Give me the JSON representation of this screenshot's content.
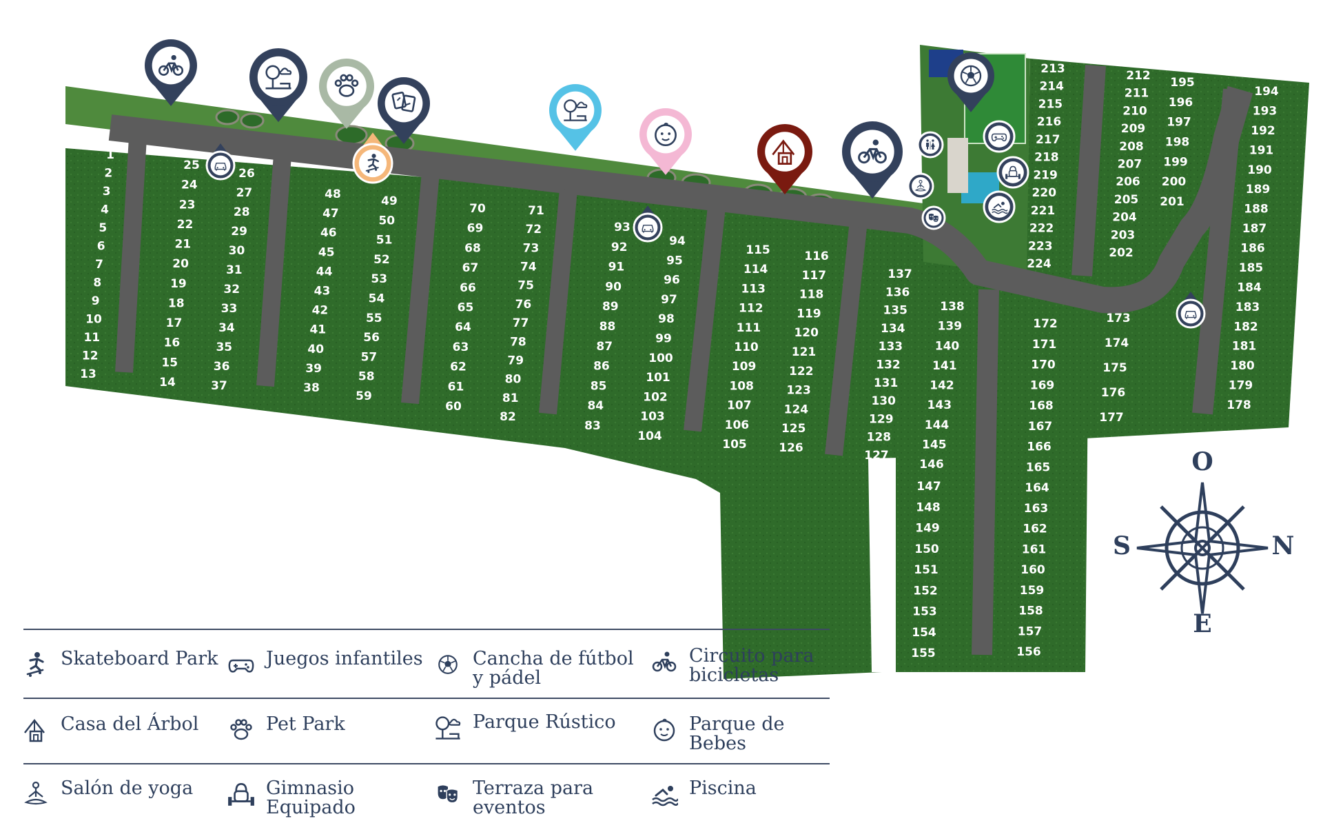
{
  "compass": {
    "top": "O",
    "bottom": "E",
    "left": "S",
    "right": "N"
  },
  "colors": {
    "lot_green": "#2f6b2a",
    "road": "#5a5a5a",
    "navy": "#33415c",
    "skate_orange": "#f5b77a",
    "pet_sage": "#a9b9a5",
    "rustic_blue": "#55c2e6",
    "baby_pink": "#f4b8d4",
    "treehouse_red": "#7a1a10",
    "legend_text": "#2e3f5c"
  },
  "lots": [
    "1",
    "2",
    "3",
    "4",
    "5",
    "6",
    "7",
    "8",
    "9",
    "10",
    "11",
    "12",
    "13",
    "14",
    "15",
    "16",
    "17",
    "18",
    "19",
    "20",
    "21",
    "22",
    "23",
    "24",
    "25",
    "26",
    "27",
    "28",
    "29",
    "30",
    "31",
    "32",
    "33",
    "34",
    "35",
    "36",
    "37",
    "38",
    "39",
    "40",
    "41",
    "42",
    "43",
    "44",
    "45",
    "46",
    "47",
    "48",
    "49",
    "50",
    "51",
    "52",
    "53",
    "54",
    "55",
    "56",
    "57",
    "58",
    "59",
    "60",
    "61",
    "62",
    "63",
    "64",
    "65",
    "66",
    "67",
    "68",
    "69",
    "70",
    "71",
    "72",
    "73",
    "74",
    "75",
    "76",
    "77",
    "78",
    "79",
    "80",
    "81",
    "82",
    "83",
    "84",
    "85",
    "86",
    "87",
    "88",
    "89",
    "90",
    "91",
    "92",
    "93",
    "94",
    "95",
    "96",
    "97",
    "98",
    "99",
    "100",
    "101",
    "102",
    "103",
    "104",
    "105",
    "106",
    "107",
    "108",
    "109",
    "110",
    "111",
    "112",
    "113",
    "114",
    "115",
    "116",
    "117",
    "118",
    "119",
    "120",
    "121",
    "122",
    "123",
    "124",
    "125",
    "126",
    "127",
    "128",
    "129",
    "130",
    "131",
    "132",
    "133",
    "134",
    "135",
    "136",
    "137",
    "138",
    "139",
    "140",
    "141",
    "142",
    "143",
    "144",
    "145",
    "146",
    "147",
    "148",
    "149",
    "150",
    "151",
    "152",
    "153",
    "154",
    "155",
    "156",
    "157",
    "158",
    "159",
    "160",
    "161",
    "162",
    "163",
    "164",
    "165",
    "166",
    "167",
    "168",
    "169",
    "170",
    "171",
    "172",
    "173",
    "174",
    "175",
    "176",
    "177",
    "178",
    "179",
    "180",
    "181",
    "182",
    "183",
    "184",
    "185",
    "186",
    "187",
    "188",
    "189",
    "190",
    "191",
    "192",
    "193",
    "194",
    "195",
    "196",
    "197",
    "198",
    "199",
    "200",
    "201",
    "202",
    "203",
    "204",
    "205",
    "206",
    "207",
    "208",
    "209",
    "210",
    "211",
    "212",
    "213",
    "214",
    "215",
    "216",
    "217",
    "218",
    "219",
    "220",
    "221",
    "222",
    "223",
    "224"
  ],
  "map_pins": [
    {
      "icon": "bicycle-icon",
      "color": "navy"
    },
    {
      "icon": "park-icon",
      "color": "navy"
    },
    {
      "icon": "paw-icon",
      "color": "pet_sage"
    },
    {
      "icon": "toys-icon",
      "color": "navy"
    },
    {
      "icon": "skateboard-icon",
      "color": "skate_orange"
    },
    {
      "icon": "park-icon",
      "color": "rustic_blue"
    },
    {
      "icon": "baby-icon",
      "color": "baby_pink"
    },
    {
      "icon": "treehouse-icon",
      "color": "treehouse_red"
    },
    {
      "icon": "bicycle-icon",
      "color": "navy"
    },
    {
      "icon": "soccer-ball-icon",
      "color": "navy"
    },
    {
      "icon": "gamepad-icon",
      "color": "navy"
    },
    {
      "icon": "restroom-icon",
      "color": "navy"
    },
    {
      "icon": "gym-icon",
      "color": "navy"
    },
    {
      "icon": "yoga-icon",
      "color": "navy"
    },
    {
      "icon": "swimming-icon",
      "color": "navy"
    },
    {
      "icon": "theater-masks-icon",
      "color": "navy"
    },
    {
      "icon": "car-icon",
      "color": "navy"
    },
    {
      "icon": "car-icon",
      "color": "navy"
    },
    {
      "icon": "car-icon",
      "color": "navy"
    }
  ],
  "legend": [
    {
      "icon": "skateboard-icon",
      "label": "Skateboard Park"
    },
    {
      "icon": "gamepad-icon",
      "label": "Juegos infantiles"
    },
    {
      "icon": "soccer-ball-icon",
      "label": "Cancha de fútbol\ny pádel"
    },
    {
      "icon": "bicycle-icon",
      "label": "Circuito para\nbicicletas"
    },
    {
      "icon": "treehouse-icon",
      "label": "Casa del Árbol"
    },
    {
      "icon": "paw-icon",
      "label": "Pet Park"
    },
    {
      "icon": "park-icon",
      "label": "Parque Rústico"
    },
    {
      "icon": "baby-icon",
      "label": "Parque de Bebes"
    },
    {
      "icon": "yoga-icon",
      "label": "Salón de yoga"
    },
    {
      "icon": "gym-icon",
      "label": "Gimnasio\nEquipado"
    },
    {
      "icon": "theater-masks-icon",
      "label": "Terraza para\neventos"
    },
    {
      "icon": "swimming-icon",
      "label": "Piscina"
    }
  ]
}
